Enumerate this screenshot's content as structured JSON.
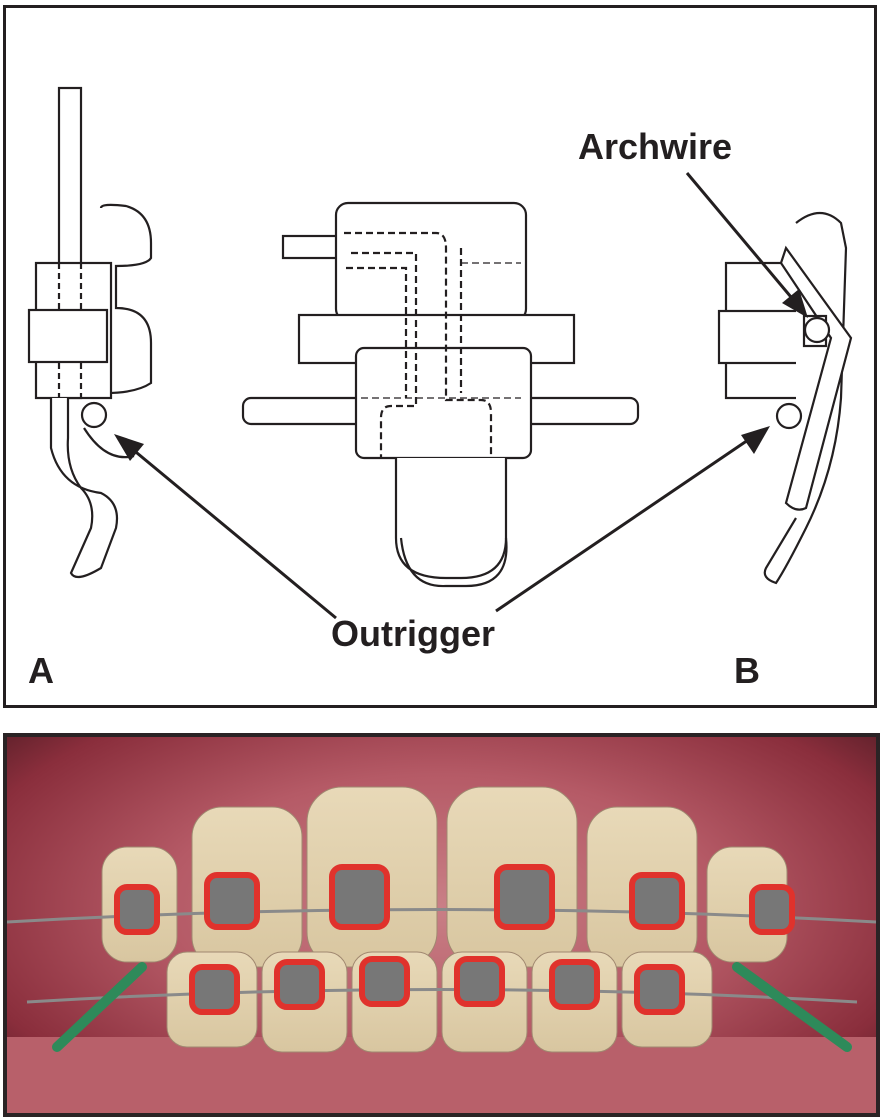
{
  "diagram": {
    "labels": {
      "archwire": "Archwire",
      "outrigger": "Outrigger",
      "panel_a": "A",
      "panel_b": "B"
    }
  },
  "photo": {
    "elastic_color": "#2e8a5a",
    "ligature_color": "#e0322c"
  }
}
